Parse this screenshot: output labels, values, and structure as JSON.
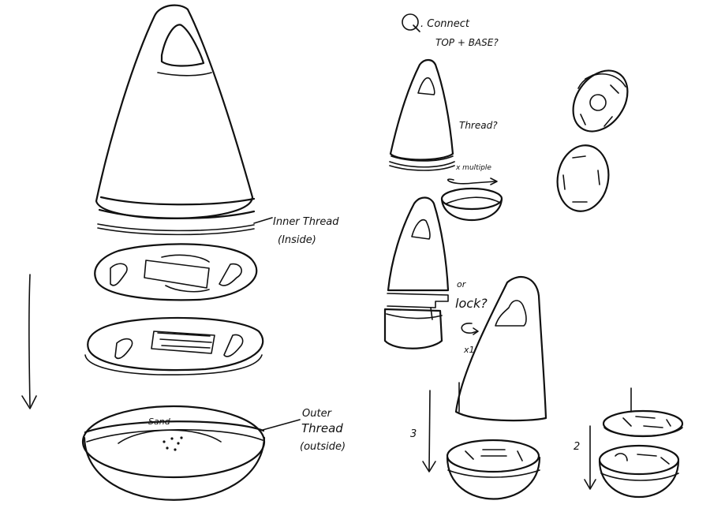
{
  "annotations": {
    "inner_thread_line1": "Inner Thread",
    "inner_thread_line2": "(Inside)",
    "outer_thread_line1": "Outer",
    "outer_thread_line2": "Thread",
    "outer_thread_line3": "(outside)",
    "sand": "Sand",
    "question_mark": "Q",
    "question_line1": ". Connect",
    "question_line2": "TOP + BASE?",
    "thread_question": "Thread?",
    "multiple": "x multiple",
    "or": "or",
    "lock_question": "lock?",
    "times_one": "x1",
    "step_3": "3",
    "step_2": "2"
  },
  "colors": {
    "ink": "#111111",
    "paper": "#ffffff"
  }
}
